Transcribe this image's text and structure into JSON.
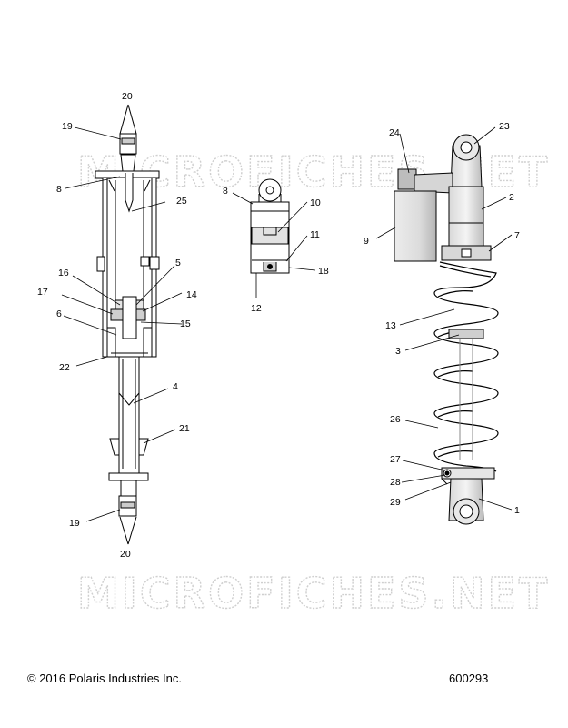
{
  "watermark": "MICROFICHES.NET",
  "footer": {
    "copyright": "© 2016 Polaris Industries Inc.",
    "doc_number": "600293"
  },
  "callouts": {
    "c20a": "20",
    "c19a": "19",
    "c8a": "8",
    "c25": "25",
    "c5": "5",
    "c16": "16",
    "c17": "17",
    "c14": "14",
    "c6": "6",
    "c15": "15",
    "c22": "22",
    "c4": "4",
    "c21": "21",
    "c19b": "19",
    "c20b": "20",
    "c8b": "8",
    "c10": "10",
    "c11": "11",
    "c18": "18",
    "c12": "12",
    "c24": "24",
    "c23": "23",
    "c2": "2",
    "c9": "9",
    "c7": "7",
    "c13": "13",
    "c3": "3",
    "c26": "26",
    "c27": "27",
    "c28": "28",
    "c29": "29",
    "c1": "1"
  }
}
